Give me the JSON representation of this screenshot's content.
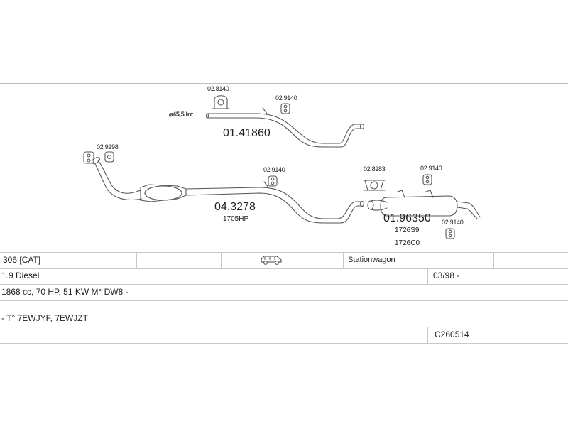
{
  "diagram": {
    "parts": {
      "front_pipe": {
        "number": "01.41860",
        "diameter_label": "⌀45,5 Int"
      },
      "catalyst_pipe": {
        "number": "04.3278",
        "sub": "1705HP"
      },
      "rear_silencer": {
        "number": "01.96350",
        "sub1": "1726S9",
        "sub2": "1726C0"
      }
    },
    "mounts": {
      "m1": "02.8140",
      "m2": "02.9140",
      "m3": "02.9298",
      "m4": "02.9140",
      "m5": "02.8283",
      "m6": "02.9140",
      "m7": "02.9140"
    }
  },
  "vehicle_table": {
    "row1": {
      "model": "306 [CAT]",
      "body": "Stationwagon",
      "body_icon": "car-icon"
    },
    "row2": {
      "engine": "1.9 Diesel",
      "date": "03/98 -"
    },
    "row3": {
      "specs": "1868 cc, 70 HP, 51 KW M° DW8 -"
    },
    "row4": {
      "note": "- T° 7EWJYF, 7EWJZT"
    },
    "row5": {
      "code": "C260514"
    }
  }
}
